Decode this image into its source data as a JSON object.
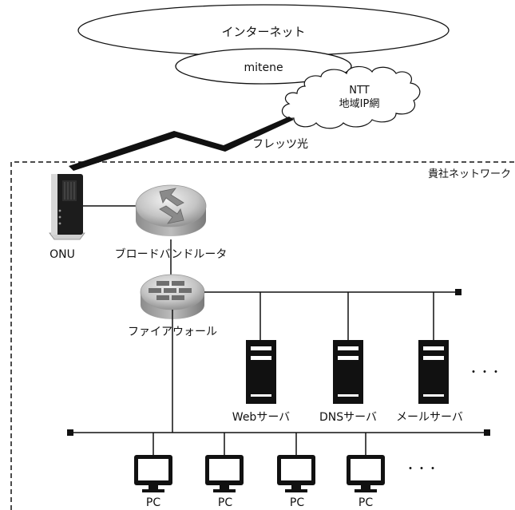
{
  "clouds": {
    "internet": "インターネット",
    "isp": "mitene",
    "ntt_line1": "NTT",
    "ntt_line2": "地域IP網"
  },
  "wan_link_label": "フレッツ光",
  "network_label": "貴社ネットワーク",
  "devices": {
    "onu": "ONU",
    "router": "ブロードバンドルータ",
    "firewall": "ファイアウォール"
  },
  "servers": [
    {
      "label": "Webサーバ"
    },
    {
      "label": "DNSサーバ"
    },
    {
      "label": "メールサーバ"
    }
  ],
  "server_more": "・・・",
  "pcs": [
    {
      "label": "PC"
    },
    {
      "label": "PC"
    },
    {
      "label": "PC"
    },
    {
      "label": "PC"
    }
  ],
  "pc_more": "・・・",
  "colors": {
    "line": "#111111",
    "device_gray": "#b5b5b5",
    "device_dark": "#1a1a1a"
  }
}
